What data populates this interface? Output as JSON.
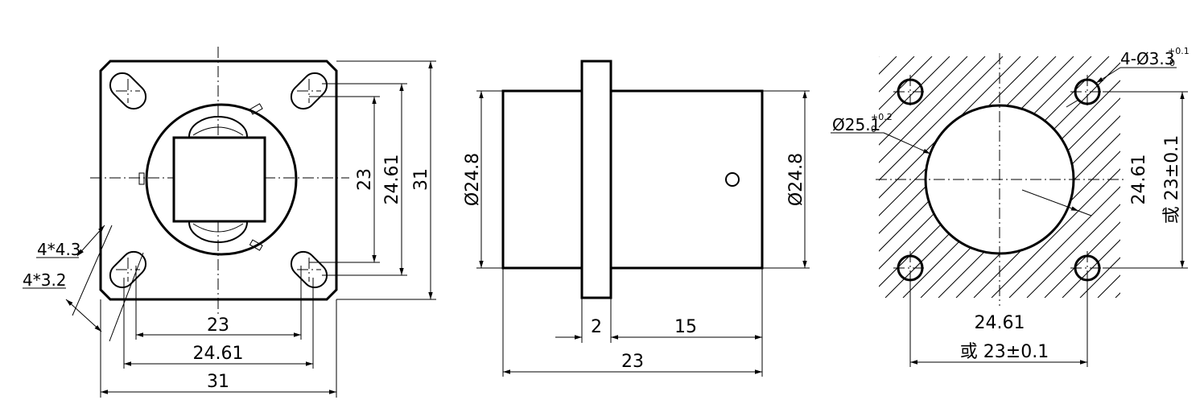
{
  "front_view": {
    "dim_bolt_spacing_h": "23",
    "dim_slot_spacing_h": "24.61",
    "dim_width": "31",
    "dim_bolt_spacing_v": "23",
    "dim_slot_spacing_v": "24.61",
    "dim_height": "31",
    "dim_slot_length": "4*4.3",
    "dim_slot_width": "4*3.2"
  },
  "side_view": {
    "dim_left_diameter": "Ø24.8",
    "dim_right_diameter": "Ø24.8",
    "dim_flange_thickness": "2",
    "dim_rear_length": "15",
    "dim_total_length": "23"
  },
  "cutout_view": {
    "dim_hole_label": "4-Ø3.3",
    "dim_hole_tol_upper": "+0.1",
    "dim_hole_tol_lower": "0",
    "dim_bore_label": "Ø25.1",
    "dim_bore_tol_upper": "+0.2",
    "dim_bore_tol_lower": "0",
    "dim_v_primary": "24.61",
    "dim_v_alt": "或 23±0.1",
    "dim_h_primary": "24.61",
    "dim_h_alt": "或 23±0.1"
  }
}
